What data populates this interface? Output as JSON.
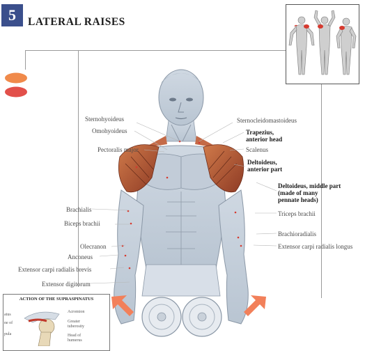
{
  "header": {
    "number": "5",
    "title": "LATERAL RAISES"
  },
  "colors": {
    "number_box": "#3b4f8c",
    "dot_top": "#f08a4b",
    "dot_bottom": "#e2504a",
    "arrow": "#f2805a",
    "muscle_highlight": "#c0392b"
  },
  "labels_left": {
    "sternohyoideus": "Sternohyoideus",
    "omohyoideus": "Omohyoideus",
    "pectoralis_major": "Pectoralis major",
    "brachialis": "Brachialis",
    "biceps_brachii": "Biceps brachii",
    "olecranon": "Olecranon",
    "anconeus": "Anconeus",
    "ext_carpi_brevis": "Extensor carpi radialis brevis",
    "ext_digitorum": "Extensor digitorum"
  },
  "labels_right": {
    "sternocleido": "Sternocleidomastoideus",
    "trapezius_1": "Trapezius,",
    "trapezius_2": "anterior head",
    "scalenus": "Scalenus",
    "deltoideus_ant_1": "Deltoideus,",
    "deltoideus_ant_2": "anterior part",
    "deltoideus_mid_1": "Deltoideus, middle part",
    "deltoideus_mid_2": "(made of many",
    "deltoideus_mid_3": "pennate heads)",
    "triceps": "Triceps brachii",
    "brachioradialis": "Brachioradialis",
    "ext_carpi_longus": "Extensor carpi radialis longus"
  },
  "inset": {
    "title": "ACTION OF THE SUPRASPINATUS",
    "l1": "atus",
    "l2": "ne of",
    "l3": "pula",
    "r1": "Acromion",
    "r2": "Greater",
    "r3": "tuberosity",
    "r4": "Head of",
    "r5": "humerus"
  }
}
